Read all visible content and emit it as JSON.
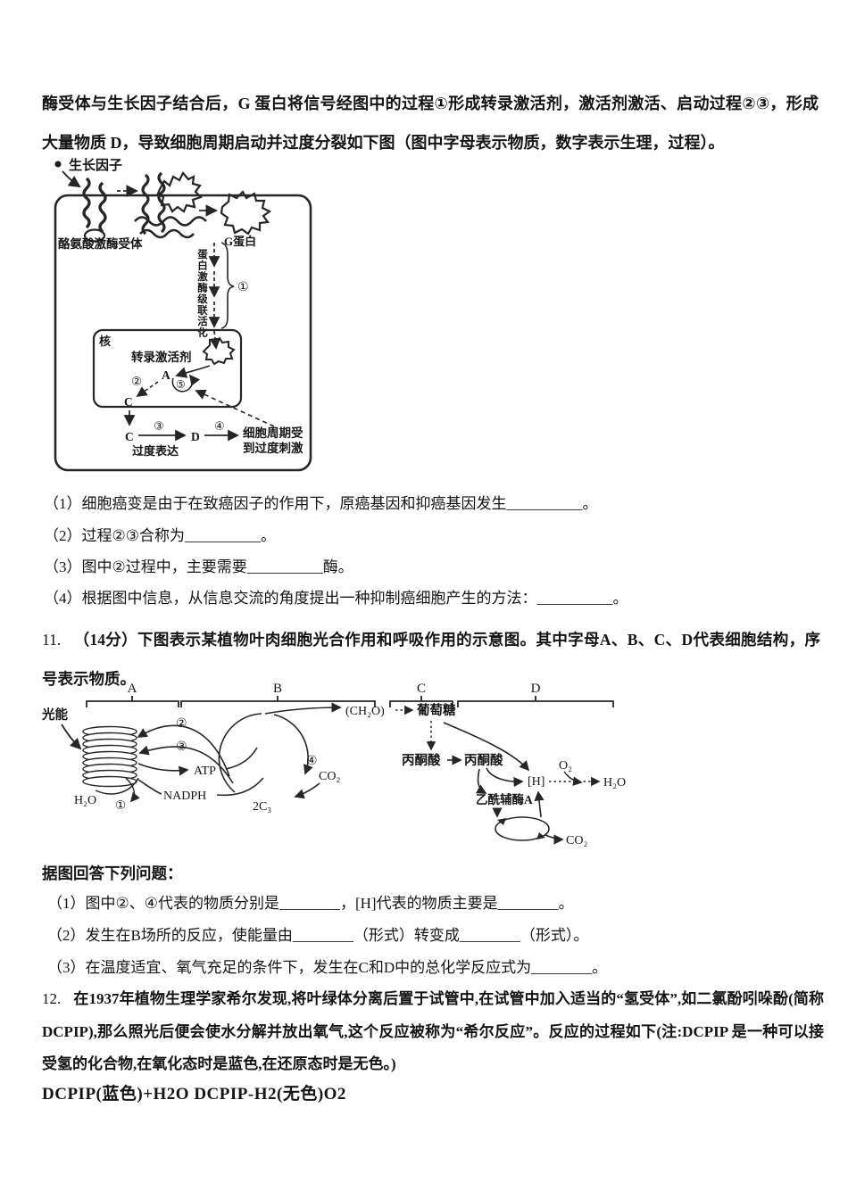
{
  "intro": {
    "text": "酶受体与生长因子结合后，G 蛋白将信号经图中的过程①形成转录激活剂，激活剂激活、启动过程②③，形成大量物质 D，导致细胞周期启动并过度分裂如下图（图中字母表示物质，数字表示生理，过程）。"
  },
  "diagram1": {
    "growth_factor": "生长因子",
    "receptor_label": "酪氨酸激酶受体",
    "g_protein": "G蛋白",
    "cascade": "蛋白激酶级联活化",
    "step1": "①",
    "nucleus": "核",
    "activator": "转录激活剂",
    "a": "A",
    "step2": "②",
    "c_nucleus": "C",
    "step5": "⑤",
    "c_cyto": "C",
    "step3": "③",
    "overexpression": "过度表达",
    "d": "D",
    "step4": "④",
    "result1": "细胞周期受",
    "result2": "到过度刺激"
  },
  "q10": {
    "items": [
      "（1）细胞癌变是由于在致癌因子的作用下，原癌基因和抑癌基因发生__________。",
      "（2）过程②③合称为__________。",
      "（3）图中②过程中，主要需要__________酶。",
      "（4）根据图中信息，从信息交流的角度提出一种抑制癌细胞产生的方法：__________。"
    ]
  },
  "q11": {
    "number": "11.",
    "text": "（14分）下图表示某植物叶肉细胞光合作用和呼吸作用的示意图。其中字母A、B、C、D代表细胞结构，序号表示物质。",
    "prompt": "据图回答下列问题：",
    "items": [
      "（1）图中②、④代表的物质分别是________，[H]代表的物质主要是________。",
      "（2）发生在B场所的反应，使能量由________（形式）转变成________（形式）。",
      "（3）在温度适宜、氧气充足的条件下，发生在C和D中的总化学反应式为________。"
    ]
  },
  "diagram2": {
    "bracket_a": "A",
    "bracket_b": "B",
    "bracket_c": "C",
    "bracket_d": "D",
    "light": "光能",
    "h2o_in": "H₂O",
    "step1": "①",
    "step2": "②",
    "step3": "③",
    "atp": "ATP",
    "nadph": "NADPH",
    "c3": "2C₃",
    "step4": "④",
    "co2_in": "CO₂",
    "ch2o": "(CH₂O)",
    "glucose": "葡萄糖",
    "pyruvate1": "丙酮酸",
    "pyruvate2": "丙酮酸",
    "h_carrier": "[H]",
    "o2": "O₂",
    "h2o_out": "H₂O",
    "acetyl_coa": "乙酰辅酶A",
    "co2_out": "CO₂"
  },
  "q12": {
    "number": "12.",
    "text": "在1937年植物生理学家希尔发现,将叶绿体分离后置于试管中,在试管中加入适当的“氢受体”,如二氯酚吲哚酚(简称 DCPIP),那么照光后便会使水分解并放出氧气,这个反应被称为“希尔反应”。反应的过程如下(注:DCPIP 是一种可以接受氢的化合物,在氧化态时是蓝色,在还原态时是无色。)",
    "formula": "DCPIP(蓝色)+H2O DCPIP-H2(无色)O2"
  }
}
